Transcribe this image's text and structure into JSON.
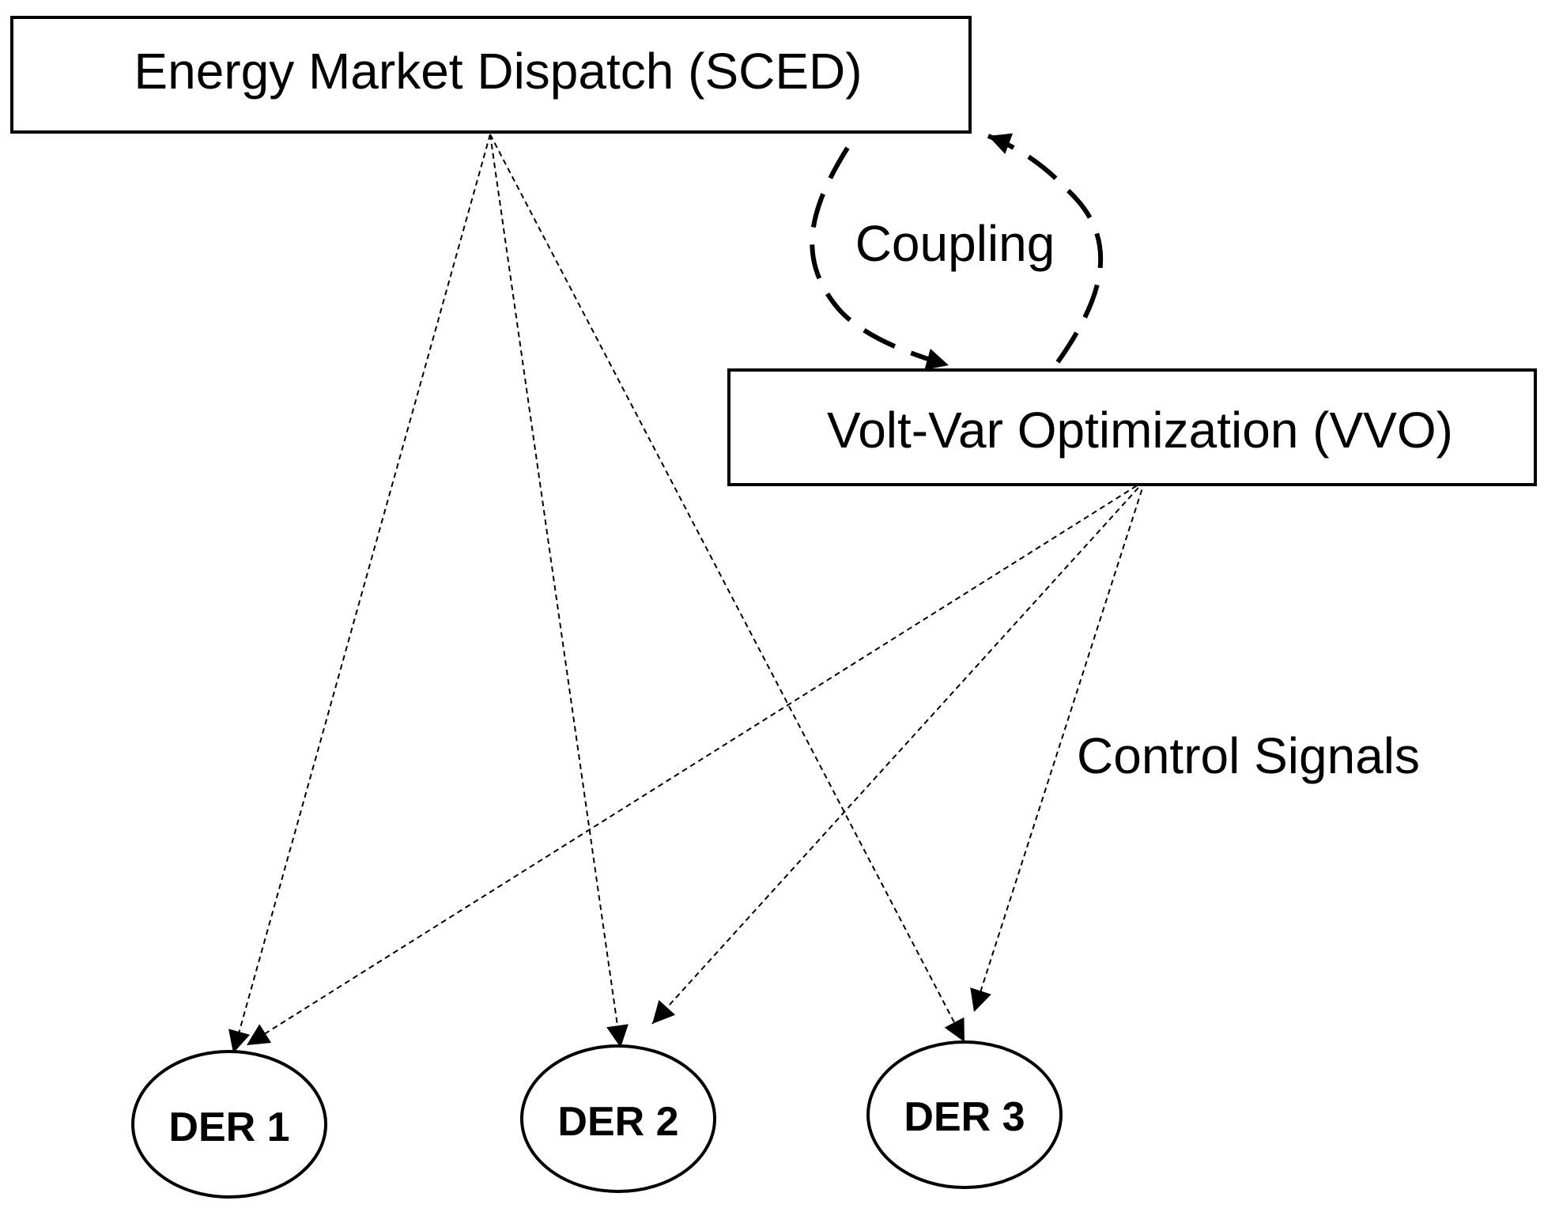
{
  "nodes": {
    "sced": {
      "label": "Energy Market Dispatch (SCED)"
    },
    "vvo": {
      "label": "Volt-Var Optimization (VVO)"
    },
    "der1": {
      "label": "DER 1"
    },
    "der2": {
      "label": "DER 2"
    },
    "der3": {
      "label": "DER 3"
    }
  },
  "edge_labels": {
    "coupling": "Coupling",
    "control": "Control Signals"
  },
  "edges": [
    {
      "from": "sced",
      "to": "der1",
      "style": "dotted"
    },
    {
      "from": "sced",
      "to": "der2",
      "style": "dotted"
    },
    {
      "from": "sced",
      "to": "der3",
      "style": "dotted"
    },
    {
      "from": "vvo",
      "to": "der1",
      "style": "dotted"
    },
    {
      "from": "vvo",
      "to": "der2",
      "style": "dotted"
    },
    {
      "from": "vvo",
      "to": "der3",
      "style": "dotted"
    },
    {
      "from": "sced",
      "to": "vvo",
      "style": "dashed"
    },
    {
      "from": "vvo",
      "to": "sced",
      "style": "dashed"
    }
  ],
  "colors": {
    "stroke": "#000000",
    "background": "#ffffff"
  }
}
